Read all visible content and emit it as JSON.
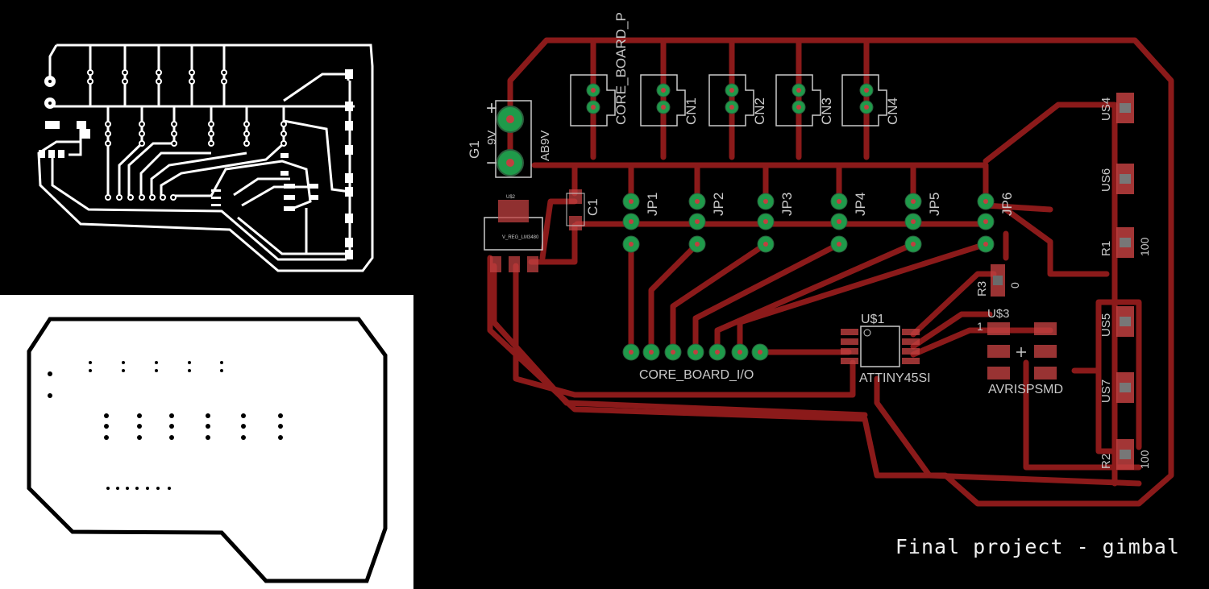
{
  "caption": "Final project - gimbal",
  "colors": {
    "trace": "#8b1a1a",
    "pad_fill": "#1f9a4a",
    "pad_red": "#c04040",
    "silk": "#c9c9c9",
    "board_bg": "#000000",
    "mill_white": "#ffffff"
  },
  "board": {
    "battery": {
      "name": "G1",
      "value": "9V",
      "package": "AB9V",
      "plus": "+",
      "minus": "−"
    },
    "connectors": [
      {
        "label": "CORE_BOARD_P"
      },
      {
        "label": "CN1"
      },
      {
        "label": "CN2"
      },
      {
        "label": "CN3"
      },
      {
        "label": "CN4"
      }
    ],
    "regulator": {
      "name": "U$2",
      "value": "V_REG_LM3480"
    },
    "capacitor": {
      "label": "C1"
    },
    "jumpers": [
      "JP1",
      "JP2",
      "JP3",
      "JP4",
      "JP5",
      "JP6"
    ],
    "header": {
      "label": "CORE_BOARD_I/O"
    },
    "mcu": {
      "name": "U$1",
      "value": "ATTINY45SI"
    },
    "isp": {
      "name": "U$3",
      "value": "AVRISPSMD",
      "pin1": "1"
    },
    "resistors": [
      {
        "name": "R3",
        "value": "0"
      },
      {
        "name": "R1",
        "value": "100"
      },
      {
        "name": "R2",
        "value": "100"
      }
    ],
    "leds": [
      "US4",
      "US6",
      "US5",
      "US7"
    ]
  }
}
